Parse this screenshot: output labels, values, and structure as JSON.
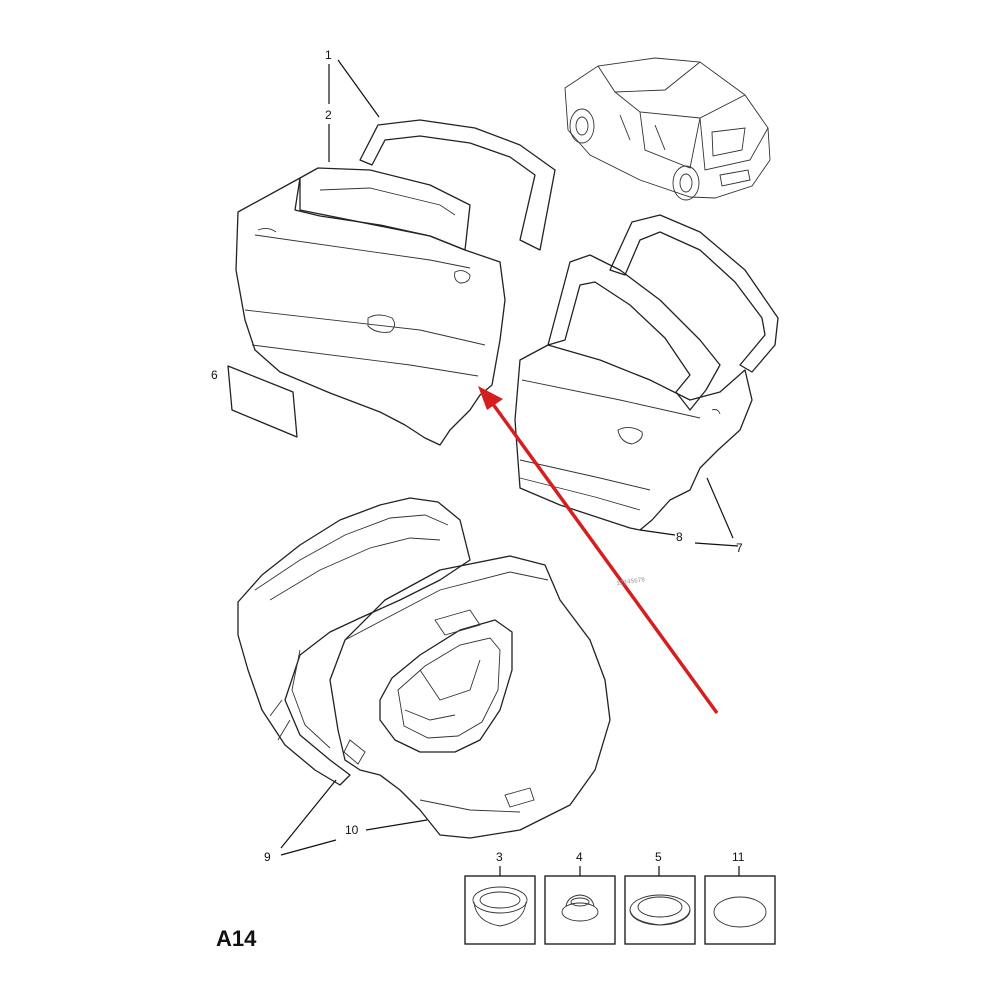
{
  "diagram": {
    "figure_code": "A14",
    "callouts": [
      "1",
      "2",
      "3",
      "4",
      "5",
      "6",
      "7",
      "8",
      "9",
      "10",
      "11"
    ],
    "detail_boxes": [
      {
        "number": "3",
        "part": "plug-large-domed"
      },
      {
        "number": "4",
        "part": "plug-small-grommet"
      },
      {
        "number": "5",
        "part": "plug-flat-rimmed"
      },
      {
        "number": "11",
        "part": "plug-oval-flat"
      }
    ],
    "highlight_color": "#d61e1e",
    "line_color": "#222222",
    "stamp": "12345678"
  }
}
